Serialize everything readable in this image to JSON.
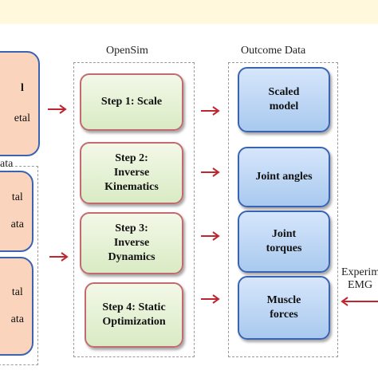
{
  "groups": {
    "left_partial_title": "ata",
    "opensim_title": "OpenSim",
    "outcome_title": "Outcome Data"
  },
  "left_boxes": [
    {
      "line1": "l",
      "line2": "etal"
    },
    {
      "line1": "tal",
      "line2": "ata"
    },
    {
      "line1": "tal",
      "line2": "ata"
    }
  ],
  "steps": [
    {
      "lines": [
        "Step 1: Scale"
      ]
    },
    {
      "lines": [
        "Step 2:",
        "Inverse",
        "Kinematics"
      ]
    },
    {
      "lines": [
        "Step 3:",
        "Inverse",
        "Dynamics"
      ]
    },
    {
      "lines": [
        "Step 4: Static",
        "Optimization"
      ]
    }
  ],
  "outcomes": [
    {
      "lines": [
        "Scaled",
        "model"
      ]
    },
    {
      "lines": [
        "Joint angles"
      ]
    },
    {
      "lines": [
        "Joint",
        "torques"
      ]
    },
    {
      "lines": [
        "Muscle",
        "forces"
      ]
    }
  ],
  "experimental": {
    "line1": "Experim",
    "line2": "EMG"
  },
  "colors": {
    "arrow": "#c0262d",
    "step_border": "#c26a6f",
    "outcome_border": "#3b63b4",
    "left_fill": "#fad4bd",
    "top_band": "#fff8dc"
  }
}
